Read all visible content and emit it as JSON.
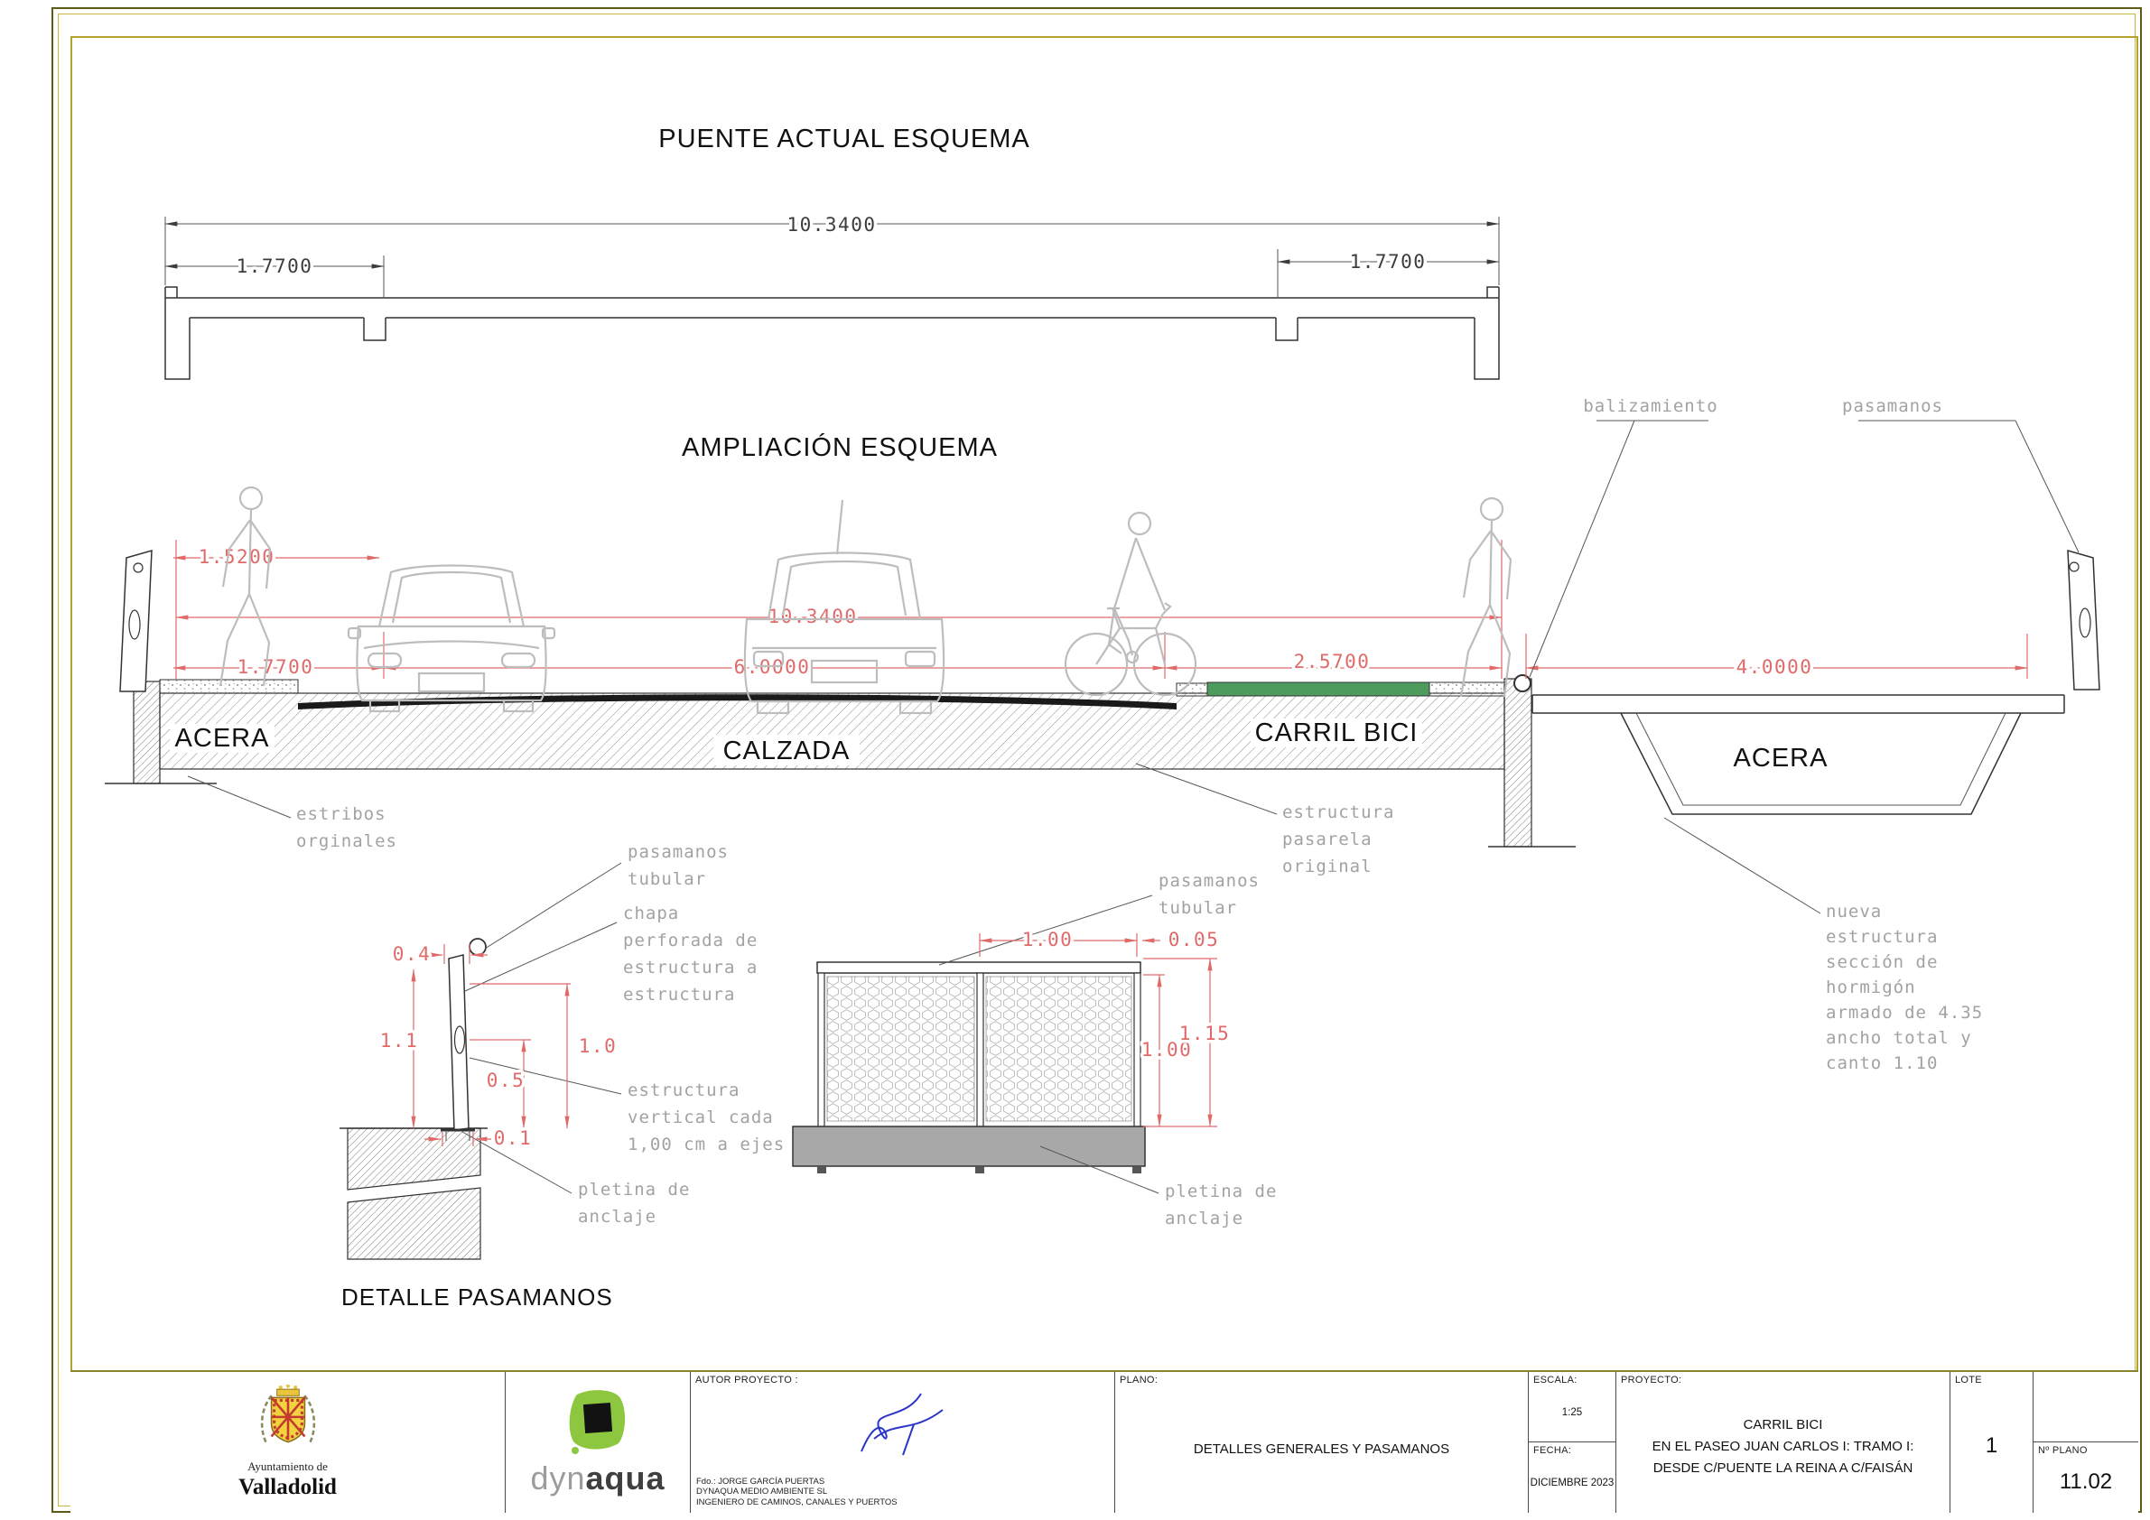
{
  "meta": {
    "frame_color": "#b3a22c",
    "dim_red": "#e06a6a",
    "cad_label_gray": "#a2a2a2",
    "bike_lane_green": "#4e9b5e",
    "figure_gray": "#bdbdbd"
  },
  "titles": {
    "puente_actual": "PUENTE ACTUAL ESQUEMA",
    "ampliacion": "AMPLIACIÓN ESQUEMA",
    "detalle": "DETALLE PASAMANOS"
  },
  "puente_actual": {
    "dim_total": "10.3400",
    "dim_left": "1.7700",
    "dim_right": "1.7700"
  },
  "ampliacion": {
    "dim_height": "1.5200",
    "dim_total": "10.3400",
    "dim_acera_izq": "1.7700",
    "dim_calzada": "6.0000",
    "dim_carril": "2.5700",
    "dim_acera_der": "4.0000",
    "zona_acera_izq": "ACERA",
    "zona_calzada": "CALZADA",
    "zona_carril": "CARRIL BICI",
    "zona_acera_der": "ACERA",
    "lbl_balizamiento": "balizamiento",
    "lbl_pasamanos": "pasamanos",
    "lbl_estribos": [
      "estribos",
      "orginales"
    ],
    "lbl_estructura_pasarela": [
      "estructura",
      "pasarela",
      "original"
    ],
    "lbl_nueva_estructura": [
      "nueva",
      "estructura",
      "sección de",
      "hormigón",
      "armado de 4.35",
      "ancho total y",
      "canto 1.10"
    ]
  },
  "detalle_seccion": {
    "dim_04": "0.4",
    "dim_11": "1.1",
    "dim_10": "1.0",
    "dim_05": "0.5",
    "dim_01": "0.1",
    "lbl_pasamanos_tubular": [
      "pasamanos",
      "tubular"
    ],
    "lbl_chapa": [
      "chapa",
      "perforada de",
      "estructura a",
      "estructura"
    ],
    "lbl_estructura_vertical": [
      "estructura",
      "vertical cada",
      "1,00 cm a ejes"
    ],
    "lbl_pletina": [
      "pletina de",
      "anclaje"
    ]
  },
  "detalle_alzado": {
    "dim_100_top": "1.00",
    "dim_005": "0.05",
    "dim_100_der": "1.00",
    "dim_115": "1.15",
    "lbl_pasamanos_tubular": [
      "pasamanos",
      "tubular"
    ],
    "lbl_pletina": [
      "pletina de",
      "anclaje"
    ]
  },
  "title_block": {
    "ayuntamiento_line1": "Ayuntamiento de",
    "ayuntamiento_line2": "Valladolid",
    "dynaqua_gray": "dyn",
    "dynaqua_bold": "aqua",
    "autor_label": "AUTOR PROYECTO :",
    "autor_lines": [
      "Fdo.: JORGE GARCÍA PUERTAS",
      "DYNAQUA MEDIO AMBIENTE SL",
      "INGENIERO DE CAMINOS, CANALES Y PUERTOS"
    ],
    "plano_label": "PLANO:",
    "plano_value": "DETALLES GENERALES Y PASAMANOS",
    "escala_label": "ESCALA:",
    "escala_value": "1:25",
    "fecha_label": "FECHA:",
    "fecha_value": "DICIEMBRE 2023",
    "proyecto_label": "PROYECTO:",
    "proyecto_lines": [
      "CARRIL BICI",
      "EN EL PASEO JUAN CARLOS I: TRAMO I:",
      "DESDE C/PUENTE LA REINA A C/FAISÁN"
    ],
    "lote_label": "LOTE",
    "lote_value": "1",
    "nplano_label": "Nº PLANO",
    "nplano_value": "11.02"
  }
}
